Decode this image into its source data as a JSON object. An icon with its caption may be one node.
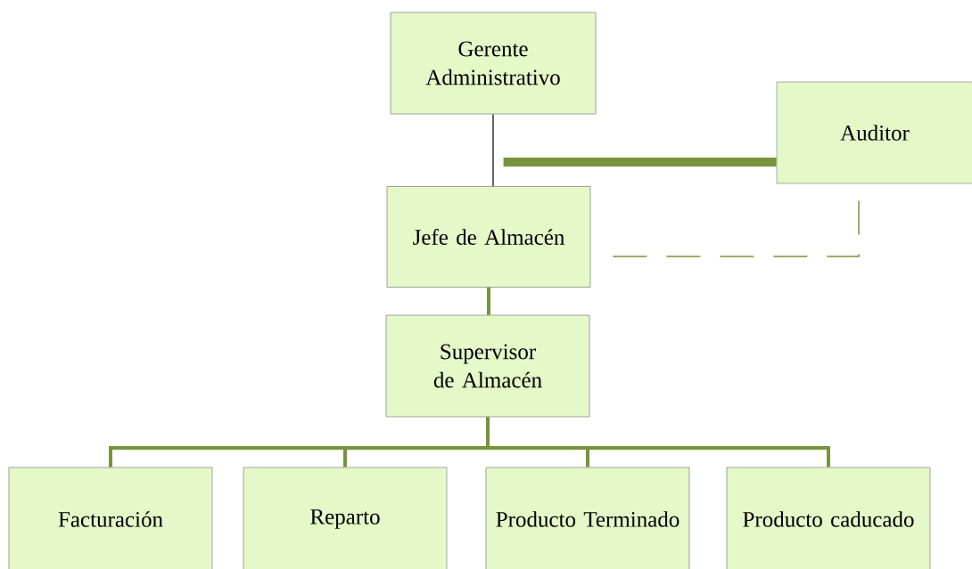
{
  "diagram": {
    "nodes": [
      {
        "text": [
          "Gerente Administrativo"
        ]
      },
      {
        "text": [
          "Auditor"
        ]
      },
      {
        "text": [
          "Jefe de Almacén"
        ]
      },
      {
        "text": [
          "Supervisor de Almacén"
        ]
      },
      {
        "text": [
          "Facturación"
        ]
      },
      {
        "text": [
          "Reparto"
        ]
      },
      {
        "text": [
          "Producto Terminado"
        ]
      },
      {
        "text": [
          "Producto caducado"
        ]
      }
    ],
    "edges": [
      {
        "from": 0,
        "to": 2,
        "arrow": "none",
        "color": "#000000"
      },
      {
        "from": 1,
        "to": null,
        "arrow": "none",
        "style": "thick"
      },
      {
        "from": 2,
        "to": 1,
        "arrow": "none",
        "style": "dashed"
      },
      {
        "from": 2,
        "to": 3,
        "arrow": "none"
      },
      {
        "from": 3,
        "to": 4,
        "arrow": "none"
      },
      {
        "from": 3,
        "to": 5,
        "arrow": "none"
      },
      {
        "from": 3,
        "to": 6,
        "arrow": "none"
      },
      {
        "from": 3,
        "to": 7,
        "arrow": "none"
      }
    ]
  }
}
